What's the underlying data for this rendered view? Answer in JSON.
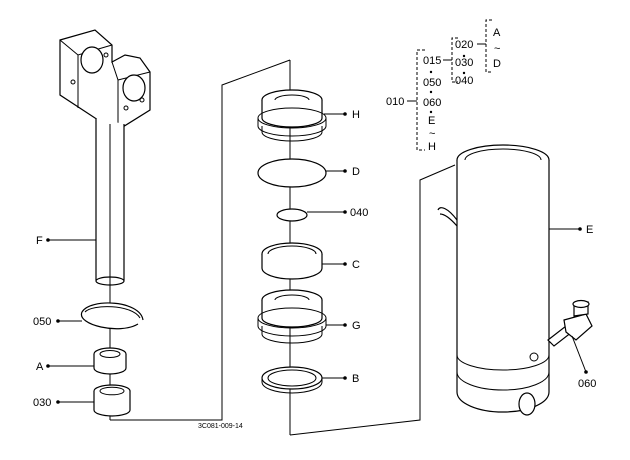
{
  "callouts": {
    "F": "F",
    "050": "050",
    "A": "A",
    "030": "030",
    "H": "H",
    "D": "D",
    "040": "040",
    "C": "C",
    "G": "G",
    "B": "B",
    "E": "E",
    "060": "060"
  },
  "tree": {
    "root": "010",
    "col1": [
      "015",
      "050",
      "060",
      "E",
      "~",
      "H"
    ],
    "col2": [
      "020",
      "030",
      "040"
    ],
    "col3": [
      "A",
      "~",
      "D"
    ]
  },
  "drawing_code": "3C081-009-14"
}
